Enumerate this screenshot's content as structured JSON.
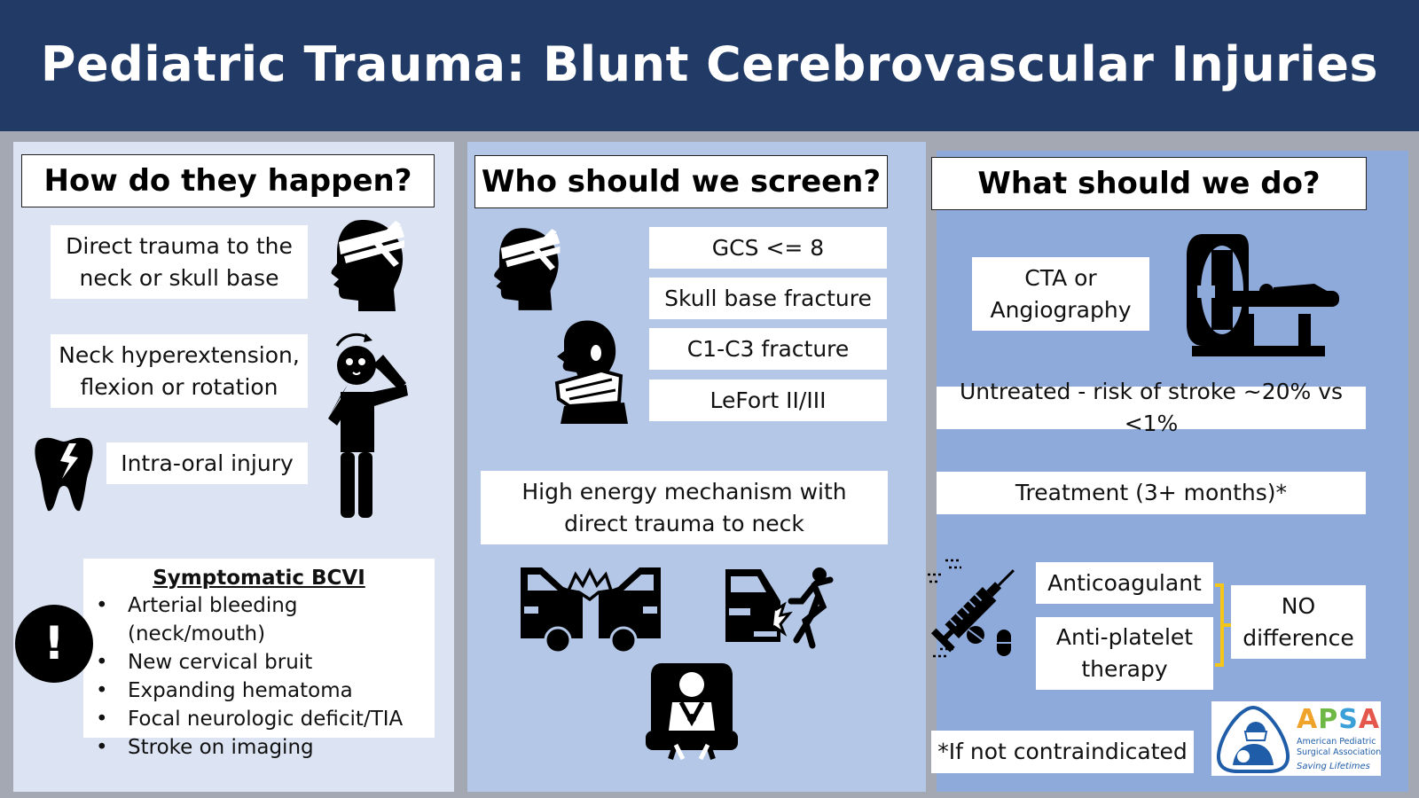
{
  "title": "Pediatric Trauma: Blunt Cerebrovascular Injuries",
  "col1": {
    "heading": "How do they happen?",
    "items": [
      "Direct trauma to the neck or skull base",
      "Neck hyperextension, flexion or rotation",
      "Intra-oral injury"
    ],
    "symptomatic": {
      "title": "Symptomatic BCVI",
      "bullets": [
        "Arterial bleeding (neck/mouth)",
        "New cervical bruit",
        "Expanding hematoma",
        "Focal neurologic deficit/TIA",
        "Stroke on imaging"
      ]
    },
    "alert_glyph": "!"
  },
  "col2": {
    "heading": "Who should we screen?",
    "criteria": [
      "GCS <= 8",
      "Skull base fracture",
      "C1-C3 fracture",
      "LeFort II/III"
    ],
    "mechanism": "High energy mechanism with direct trauma to neck"
  },
  "col3": {
    "heading": "What should we do?",
    "imaging": "CTA or Angiography",
    "risk": "Untreated - risk of stroke ~20% vs <1%",
    "treatment": "Treatment (3+ months)*",
    "options": [
      "Anticoagulant",
      "Anti-platelet therapy"
    ],
    "comparison": "NO difference",
    "footnote": "*If not contraindicated"
  },
  "logo": {
    "abbr": "APSA",
    "name_line1": "American Pediatric",
    "name_line2": "Surgical Association",
    "tagline": "Saving Lifetimes",
    "colors": {
      "A": "#f0a32a",
      "P": "#6fb845",
      "S": "#3b9fd8",
      "A2": "#e4574a",
      "blue": "#1f5da8"
    }
  },
  "colors": {
    "header": "#213a66",
    "panel1": "#dce4f3",
    "panel2": "#b4c7e7",
    "panel3": "#8eaadb",
    "bracket": "#f5c518"
  },
  "icons": [
    "bandaged-head-icon",
    "thinking-person-icon",
    "tooth-icon",
    "alert-icon",
    "neck-collar-icon",
    "car-crash-icon",
    "pedestrian-hit-icon",
    "car-seat-child-icon",
    "ct-scanner-icon",
    "syringe-pills-icon"
  ]
}
